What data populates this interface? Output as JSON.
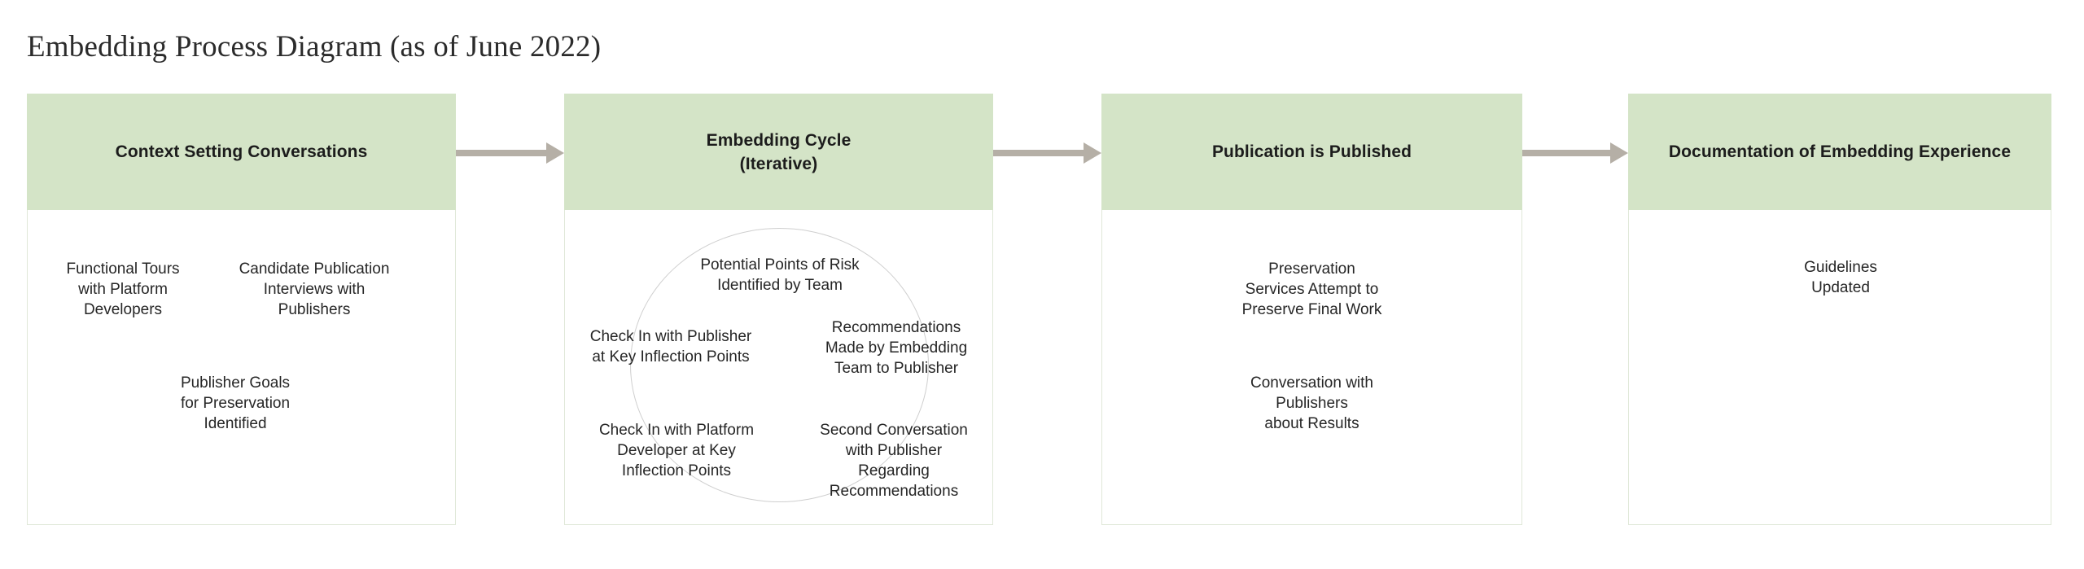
{
  "page": {
    "title": "Embedding Process Diagram (as of June 2022)",
    "background_color": "#ffffff"
  },
  "theme": {
    "header_fill": "#d4e4c7",
    "body_fill": "#ffffff",
    "body_border": "#e0e8d8",
    "arrow_color": "#b5afa6",
    "ellipse_stroke": "#cfcfcf",
    "text_color": "#262626",
    "header_text_color": "#1c1c1c"
  },
  "diagram": {
    "type": "process-flow",
    "orientation": "left-to-right",
    "stage_count": 4,
    "arrow_count": 3,
    "stages": [
      {
        "id": "context-setting-conversations",
        "header": "Context Setting Conversations",
        "notes": [
          "Functional Tours\nwith Platform\nDevelopers",
          "Candidate Publication\nInterviews with\nPublishers",
          "Publisher Goals\nfor Preservation\nIdentified"
        ]
      },
      {
        "id": "embedding-cycle",
        "header": "Embedding Cycle\n(Iterative)",
        "has_cycle_ellipse": true,
        "notes": [
          "Potential Points of Risk\nIdentified by Team",
          "Recommendations\nMade by Embedding\nTeam to Publisher",
          "Second Conversation\nwith Publisher\nRegarding\nRecommendations",
          "Check In with Platform\nDeveloper at Key\nInflection Points",
          "Check In with Publisher\nat Key Inflection Points"
        ]
      },
      {
        "id": "publication-is-published",
        "header": "Publication is Published",
        "notes": [
          "Preservation\nServices Attempt to\nPreserve Final Work",
          "Conversation with\nPublishers\nabout Results"
        ]
      },
      {
        "id": "documentation-of-embedding-experience",
        "header": "Documentation of Embedding Experience",
        "notes": [
          "Guidelines\nUpdated"
        ]
      }
    ]
  }
}
